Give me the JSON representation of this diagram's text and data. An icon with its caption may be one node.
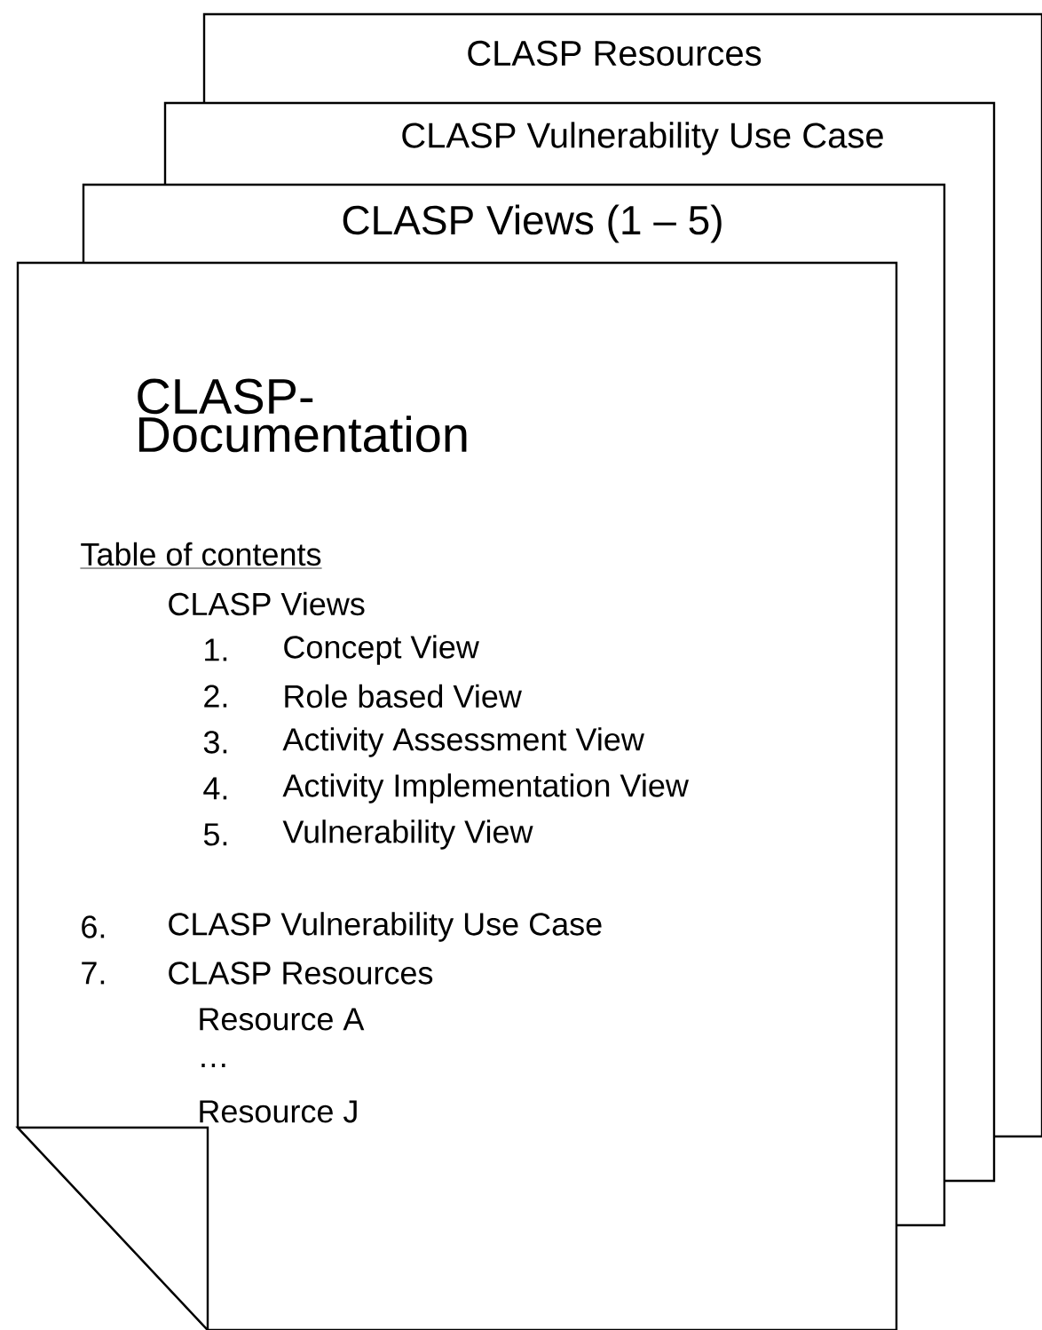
{
  "diagram": {
    "nodes": [
      {
        "text": [
          "CLASP Resources"
        ]
      },
      {
        "text": [
          "CLASP Vulnerability Use Case"
        ]
      },
      {
        "text": [
          "CLASP Views (1 – 5)"
        ]
      },
      {
        "text": [
          "CLASP- Documentation",
          "Table of contents",
          "CLASP Views",
          "1.",
          "Concept View",
          "2.",
          "Role based View",
          "3.",
          "Activity Assessment View",
          "4.",
          "Activity Implementation View",
          "5.",
          "Vulnerability View",
          "6.",
          "CLASP Vulnerability Use Case",
          "7.",
          "CLASP Resources",
          "Resource A",
          "…",
          "Resource J"
        ]
      }
    ],
    "edges": []
  }
}
